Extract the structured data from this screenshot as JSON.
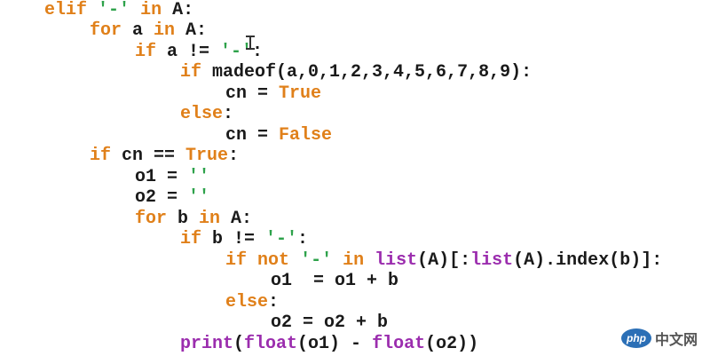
{
  "editor": {
    "lines": [
      {
        "tokens": [
          {
            "t": "elif",
            "c": "kw"
          },
          {
            "t": " ",
            "c": "plain"
          },
          {
            "t": "'-'",
            "c": "str"
          },
          {
            "t": " ",
            "c": "plain"
          },
          {
            "t": "in",
            "c": "kw"
          },
          {
            "t": " A:",
            "c": "plain"
          }
        ]
      },
      {
        "tokens": [
          {
            "t": "for",
            "c": "kw"
          },
          {
            "t": " a ",
            "c": "plain"
          },
          {
            "t": "in",
            "c": "kw"
          },
          {
            "t": " A:",
            "c": "plain"
          }
        ]
      },
      {
        "tokens": [
          {
            "t": "if",
            "c": "kw"
          },
          {
            "t": " a != ",
            "c": "plain"
          },
          {
            "t": "'-'",
            "c": "str"
          },
          {
            "t": ":",
            "c": "plain"
          }
        ]
      },
      {
        "tokens": [
          {
            "t": "if",
            "c": "kw"
          },
          {
            "t": " madeof(a,0,1,2,3,4,5,6,7,8,9):",
            "c": "plain"
          }
        ]
      },
      {
        "tokens": [
          {
            "t": "cn = ",
            "c": "plain"
          },
          {
            "t": "True",
            "c": "kw"
          }
        ]
      },
      {
        "tokens": [
          {
            "t": "else",
            "c": "kw"
          },
          {
            "t": ":",
            "c": "plain"
          }
        ]
      },
      {
        "tokens": [
          {
            "t": "cn = ",
            "c": "plain"
          },
          {
            "t": "False",
            "c": "kw"
          }
        ]
      },
      {
        "tokens": [
          {
            "t": "if",
            "c": "kw"
          },
          {
            "t": " cn == ",
            "c": "plain"
          },
          {
            "t": "True",
            "c": "kw"
          },
          {
            "t": ":",
            "c": "plain"
          }
        ]
      },
      {
        "tokens": [
          {
            "t": "o1 = ",
            "c": "plain"
          },
          {
            "t": "''",
            "c": "str"
          }
        ]
      },
      {
        "tokens": [
          {
            "t": "o2 = ",
            "c": "plain"
          },
          {
            "t": "''",
            "c": "str"
          }
        ]
      },
      {
        "tokens": [
          {
            "t": "for",
            "c": "kw"
          },
          {
            "t": " b ",
            "c": "plain"
          },
          {
            "t": "in",
            "c": "kw"
          },
          {
            "t": " A:",
            "c": "plain"
          }
        ]
      },
      {
        "tokens": [
          {
            "t": "if",
            "c": "kw"
          },
          {
            "t": " b != ",
            "c": "plain"
          },
          {
            "t": "'-'",
            "c": "str"
          },
          {
            "t": ":",
            "c": "plain"
          }
        ]
      },
      {
        "tokens": [
          {
            "t": "if",
            "c": "kw"
          },
          {
            "t": " ",
            "c": "plain"
          },
          {
            "t": "not",
            "c": "kw"
          },
          {
            "t": " ",
            "c": "plain"
          },
          {
            "t": "'-'",
            "c": "str"
          },
          {
            "t": " ",
            "c": "plain"
          },
          {
            "t": "in",
            "c": "kw"
          },
          {
            "t": " ",
            "c": "plain"
          },
          {
            "t": "list",
            "c": "fn"
          },
          {
            "t": "(A)[:",
            "c": "plain"
          },
          {
            "t": "list",
            "c": "fn"
          },
          {
            "t": "(A).index(b)]:",
            "c": "plain"
          }
        ]
      },
      {
        "tokens": [
          {
            "t": "o1  = o1 + b",
            "c": "plain"
          }
        ]
      },
      {
        "tokens": [
          {
            "t": "else",
            "c": "kw"
          },
          {
            "t": ":",
            "c": "plain"
          }
        ]
      },
      {
        "tokens": [
          {
            "t": "o2 = o2 + b",
            "c": "plain"
          }
        ]
      },
      {
        "tokens": [
          {
            "t": "print",
            "c": "fn"
          },
          {
            "t": "(",
            "c": "plain"
          },
          {
            "t": "float",
            "c": "fn"
          },
          {
            "t": "(o1) - ",
            "c": "plain"
          },
          {
            "t": "float",
            "c": "fn"
          },
          {
            "t": "(o2))",
            "c": "plain"
          }
        ]
      }
    ]
  },
  "colors": {
    "keyword": "#e0801a",
    "string": "#2ea24b",
    "builtin": "#9b2dae",
    "text": "#1a1a1a"
  },
  "watermark": {
    "logo_text": "php",
    "site_text": "中文网"
  }
}
